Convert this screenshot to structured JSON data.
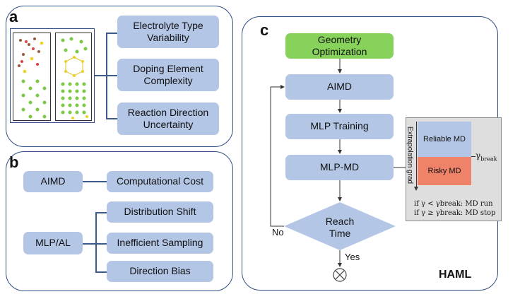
{
  "panel_a": {
    "label": "a",
    "items": [
      "Electrolyte Type\nVariability",
      "Doping Element\nComplexity",
      "Reaction Direction\nUncertainty"
    ]
  },
  "panel_b": {
    "label": "b",
    "aimd": {
      "label": "AIMD",
      "issue": "Computational Cost"
    },
    "mlpal": {
      "label": "MLP/AL",
      "issues": [
        "Distribution Shift",
        "Inefficient Sampling",
        "Direction Bias"
      ]
    }
  },
  "panel_c": {
    "label": "c",
    "steps": {
      "geometry": "Geometry\nOptimization",
      "aimd": "AIMD",
      "training": "MLP Training",
      "mlpmd": "MLP-MD",
      "decision": "Reach\nTime"
    },
    "no_label": "No",
    "yes_label": "Yes",
    "brand": "HAML",
    "legend": {
      "axis_label": "Extrapolation grad",
      "reliable": "Reliable MD",
      "risky": "Risky MD",
      "threshold_symbol": "γ",
      "threshold_subscript": "break",
      "rule_run": "if γ < γbreak: MD run",
      "rule_stop": "if γ ≥ γbreak: MD stop"
    }
  },
  "colors": {
    "border": "#2f4e82",
    "box": "#b4c6e6",
    "green": "#86d25a",
    "risky": "#ef836a",
    "legend_bg": "#dedede"
  }
}
